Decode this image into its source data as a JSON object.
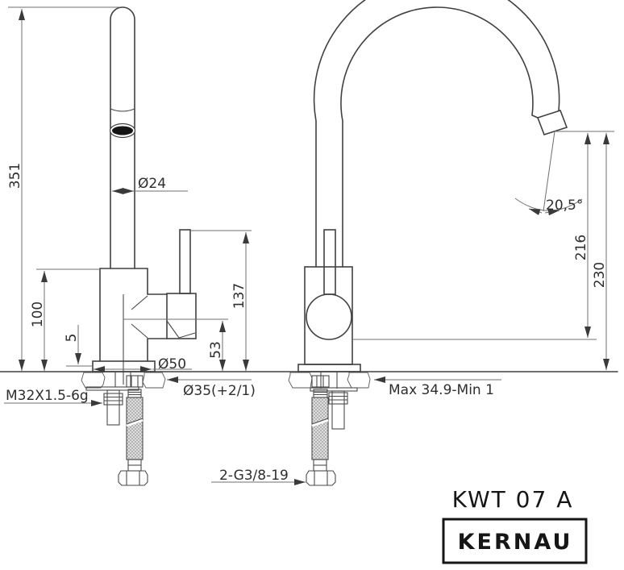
{
  "product": {
    "model": "KWT 07 A",
    "brand": "KERNAU"
  },
  "side_view": {
    "dims": {
      "total_height": "351",
      "spout_diameter": "Ø24",
      "body_height": "100",
      "base_lip": "5",
      "base_diameter": "Ø50",
      "handle_top_height": "137",
      "handle_pivot_height": "53"
    },
    "labels": {
      "mounting_thread": "M32X1.5-6g",
      "hole_diameter": "Ø35(+2/1)",
      "hose_thread": "2-G3/8-19"
    }
  },
  "front_view": {
    "dims": {
      "spout_tilt_angle": "20,5°",
      "outlet_height": "216",
      "spout_top_height": "230"
    },
    "labels": {
      "counter_thickness": "Max 34.9-Min 1"
    }
  },
  "colors": {
    "object_line": "#414141",
    "dimension_line": "#6f6f6f",
    "text": "#2e2e2e",
    "brand_text": "#161616",
    "background": "#ffffff"
  }
}
